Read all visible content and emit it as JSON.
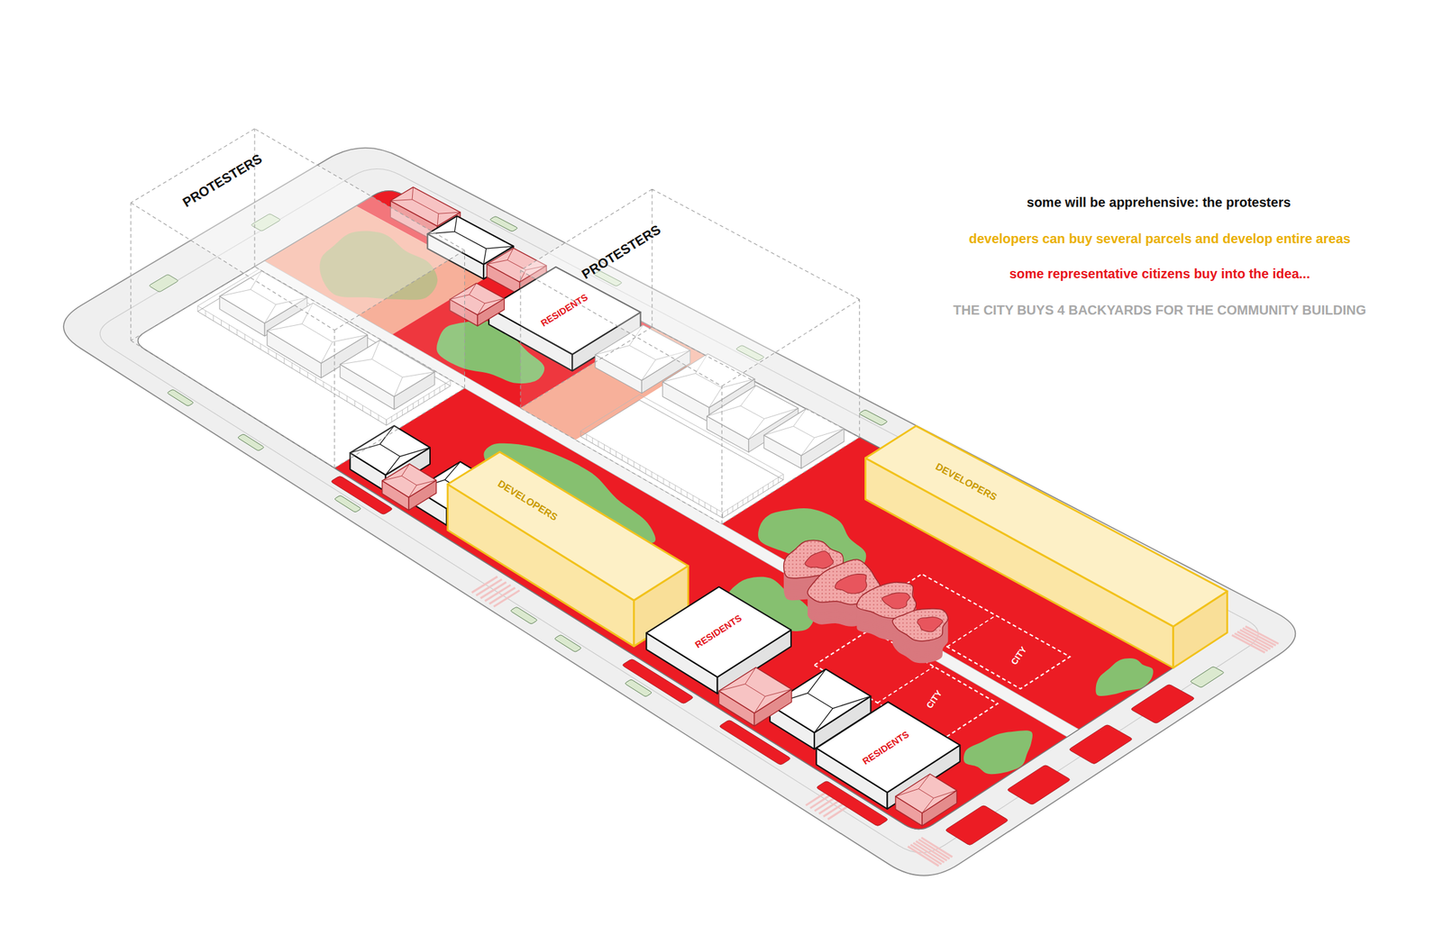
{
  "diagram": {
    "nodes": [
      {
        "text": [
          "PROTESTERS"
        ]
      },
      {
        "text": [
          "PROTESTERS"
        ]
      },
      {
        "text": [
          "RESIDENTS"
        ]
      },
      {
        "text": [
          "DEVELOPERS"
        ]
      },
      {
        "text": [
          "DEVELOPERS"
        ]
      },
      {
        "text": [
          "RESIDENTS"
        ]
      },
      {
        "text": [
          "CITY"
        ]
      },
      {
        "text": [
          "CITY"
        ]
      },
      {
        "text": [
          "RESIDENTS"
        ]
      }
    ],
    "labels": [
      "some will be apprehensive: the protesters",
      "developers can buy several parcels and develop entire areas",
      "some representative citizens buy into the idea...",
      "THE CITY BUYS 4 BACKYARDS FOR THE COMMUNITY BUILDING"
    ]
  }
}
